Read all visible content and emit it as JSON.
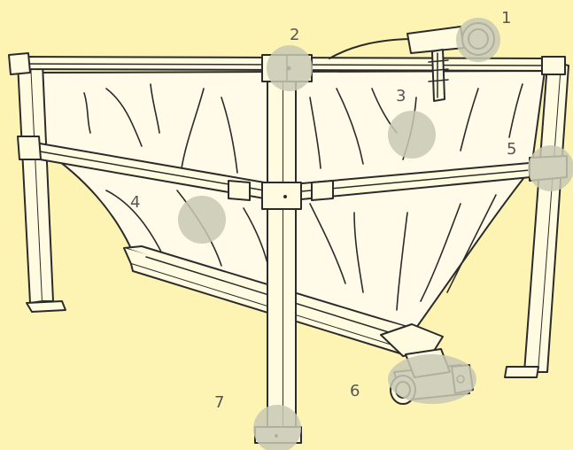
{
  "hotspot_color": "#c8c8b4",
  "background_color": "#fdf4b4",
  "callouts": [
    {
      "id": "1",
      "label": "1"
    },
    {
      "id": "2",
      "label": "2"
    },
    {
      "id": "3",
      "label": "3"
    },
    {
      "id": "4",
      "label": "4"
    },
    {
      "id": "5",
      "label": "5"
    },
    {
      "id": "6",
      "label": "6"
    },
    {
      "id": "7",
      "label": "7"
    }
  ]
}
